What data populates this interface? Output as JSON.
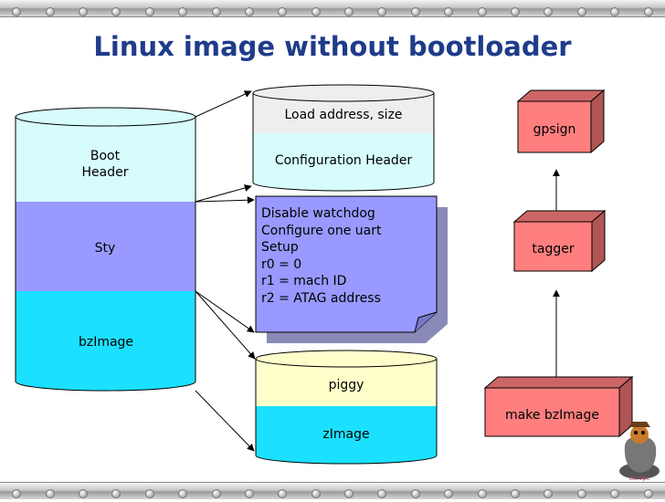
{
  "title": "Linux image without bootloader",
  "image_stack": {
    "boot_header": "Boot\nHeader",
    "sty": "Sty",
    "bzimage": "bzImage"
  },
  "header_stack": {
    "load_address": "Load address, size",
    "config_header": "Configuration Header"
  },
  "setup_note": {
    "lines": [
      "Disable watchdog",
      "Configure one uart",
      "Setup",
      "r0 = 0",
      "r1 = mach ID",
      "r2 = ATAG address"
    ]
  },
  "payload_stack": {
    "piggy": "piggy",
    "zimage": "zImage"
  },
  "build_steps": {
    "gpsign": "gpsign",
    "tagger": "tagger",
    "make_bzimage": "make bzImage"
  },
  "colors": {
    "title": "#1f3c8a",
    "boot_header": "#d6fcfc",
    "sty": "#9999ff",
    "bzimage": "#1ce0ff",
    "load_address": "#eeeeee",
    "config_header": "#d6fcfc",
    "note": "#9999ff",
    "piggy": "#ffffcc",
    "zimage": "#1ce0ff",
    "build_box": "#ff7f7f"
  },
  "footer_mark": "ex.vpc"
}
